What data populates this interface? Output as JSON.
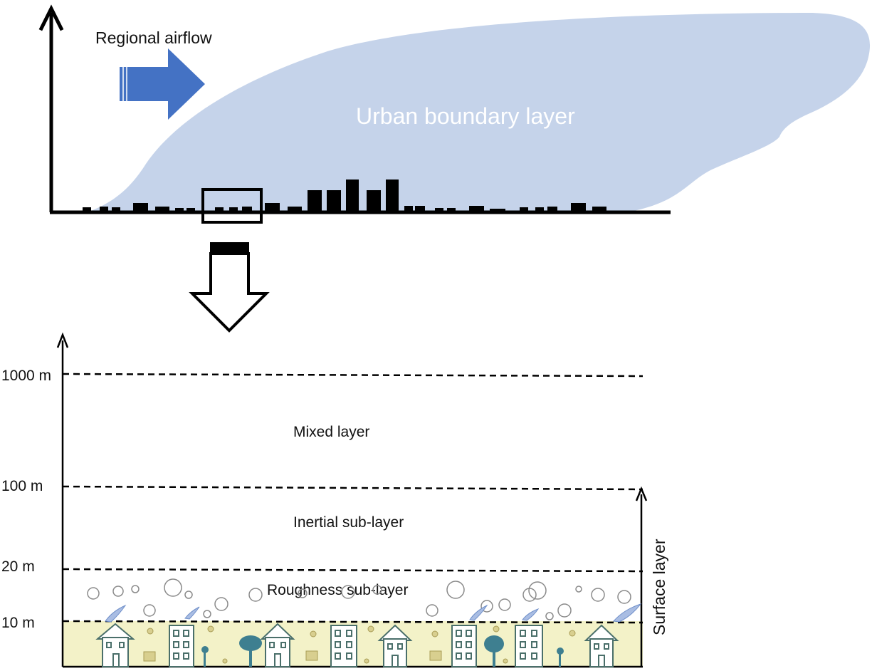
{
  "top_panel": {
    "regional_airflow_label": "Regional airflow",
    "urban_boundary_layer_label": "Urban boundary layer",
    "colors": {
      "boundary_layer": "#c5d3ea",
      "airflow_arrow": "#4472c4",
      "buildings": "#000000"
    }
  },
  "bottom_panel": {
    "height_labels": [
      "1000 m",
      "100 m",
      "20 m",
      "10 m"
    ],
    "layer_labels": {
      "mixed": "Mixed layer",
      "inertial": "Inertial sub-layer",
      "roughness": "Roughness sub-layer",
      "surface": "Surface layer"
    },
    "colors": {
      "ground": "#f3f2c8",
      "houses": "#4a6f6a",
      "trees": "#3e7f90",
      "eddies": "#8a8a8a"
    }
  }
}
